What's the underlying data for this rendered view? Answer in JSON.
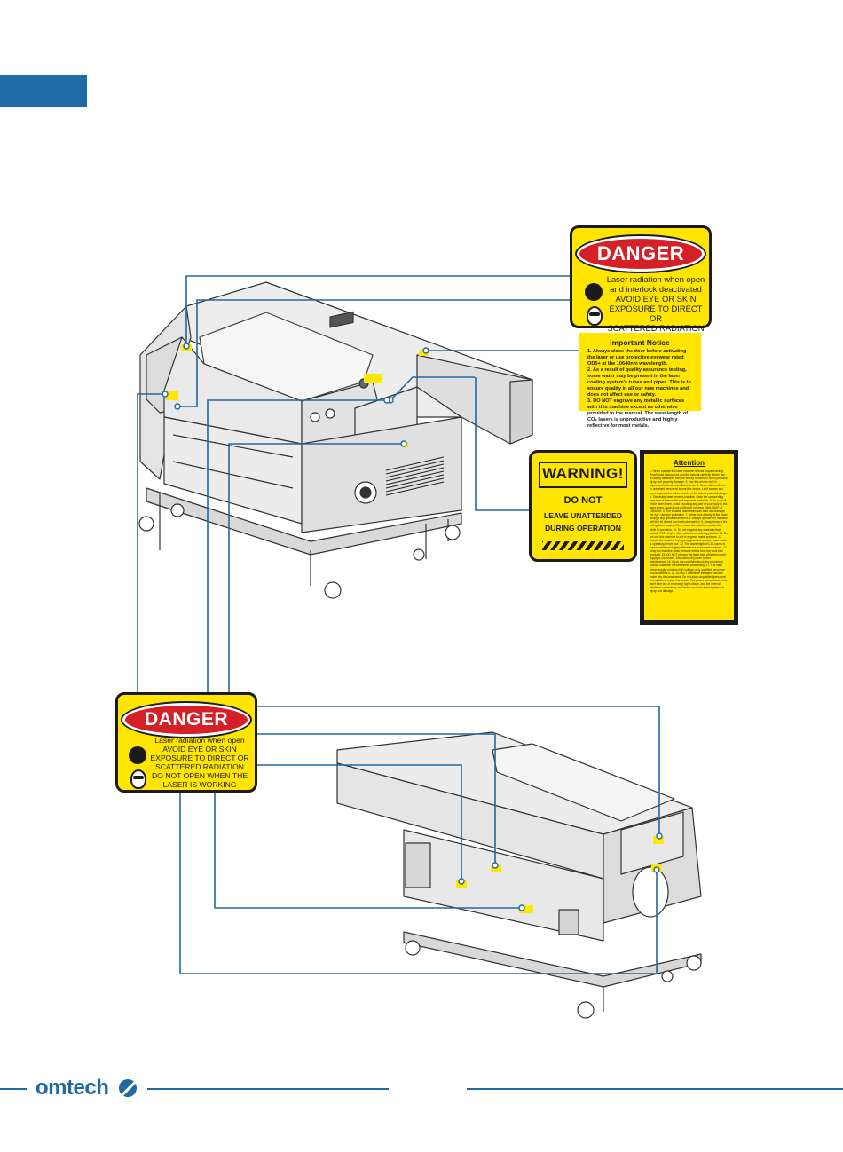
{
  "labels": {
    "danger_top": {
      "title": "DANGER",
      "lines": [
        "Laser radiation when open",
        "and interlock deactivated",
        "AVOID EYE OR SKIN",
        "EXPOSURE TO DIRECT OR",
        "SCATTERED RADIATION"
      ]
    },
    "important_notice": {
      "title": "Important Notice",
      "items": [
        "1. Always close the door before activating the laser or use protective eyewear rated OD5+ at the 10640nm wavelength.",
        "2. As a result of quality assurance testing, some water may be present in the laser cooling system's tubes and pipes. This is to ensure quality in all our new machines and does not affect use or safety.",
        "3. DO NOT engrave any metallic surfaces with this machine except as otherwise provided in the manual. The wavelength of CO₂ lasers is unproductive and highly reflective for most metals."
      ]
    },
    "warning": {
      "title": "WARNING!",
      "line1": "DO NOT",
      "line2": "LEAVE UNATTENDED",
      "line3": "DURING OPERATION"
    },
    "attention": {
      "title": "Attention",
      "body": "1. Never operate this laser machine without proper training. Read these instructions and the manual carefully before use. All safety measures must be strictly followed to avoid personal injury and property damage. 2. Use this device only in supervised and well-ventilated areas. 3. Never allow children or untrained personnel to use this device. Limit access and warn anyone who will be nearby of the laser's potential danger. 4. The visible laser beam is invisible. Keep the surrounding area free of flammable and explosive materials. 5. As a result of the laser beam, avoid exposing any part of your body to the laser beam. Always use protective eyewear rated OD5+ at 10640nm. 6. The invisible laser beam can burn and damage the eye. Use eye protection. 7. Never look directly at the beam through any optical instrument. 8. Always operate the machine with the lid closed and interlock enabled. 9. Always keep a fire extinguisher nearby. Never leave the machine unattended while in operation. 10. Do not engrave any materials that contain PVC, vinyl or other chlorine-containing plastics. 11. Do not use this machine to cut or engrave metal surfaces. 12. Ensure the machine is properly grounded and the water chiller is operating before use. 13. The wavelength of CO₂ lasers is unproductive and highly reflective for most metal surfaces. 14. Keep the machine clean; remove debris from the work bed regularly. 15. DO NOT remove the laser tube while the power supply is connected. Disconnect all power before maintenance. 16. If you are uncertain about any procedure, contact customer service before proceeding. 17. The laser power supply contains high voltage; only qualified personnel should service it. 18. DO NOT dismantle the laser machine under any circumstances. Do not allow unqualified personnel to maintain or repair this device. The power connections to the laser tube are of extremely high voltage, and the internal electrical connections and laser can cause serious personal injury and damage."
    },
    "danger_bottom": {
      "title": "DANGER",
      "lines": [
        "Laser radiation when open",
        "AVOID EYE OR SKIN",
        "EXPOSURE TO DIRECT OR",
        "SCATTERED RADIATION",
        "DO NOT OPEN WHEN THE",
        "LASER IS WORKING"
      ]
    }
  },
  "footer": {
    "brand": "omtech"
  },
  "colors": {
    "accent": "#1f6aa5",
    "label_yellow": "#ffe500",
    "danger_red": "#d62027",
    "sticker": "#ffe800"
  }
}
